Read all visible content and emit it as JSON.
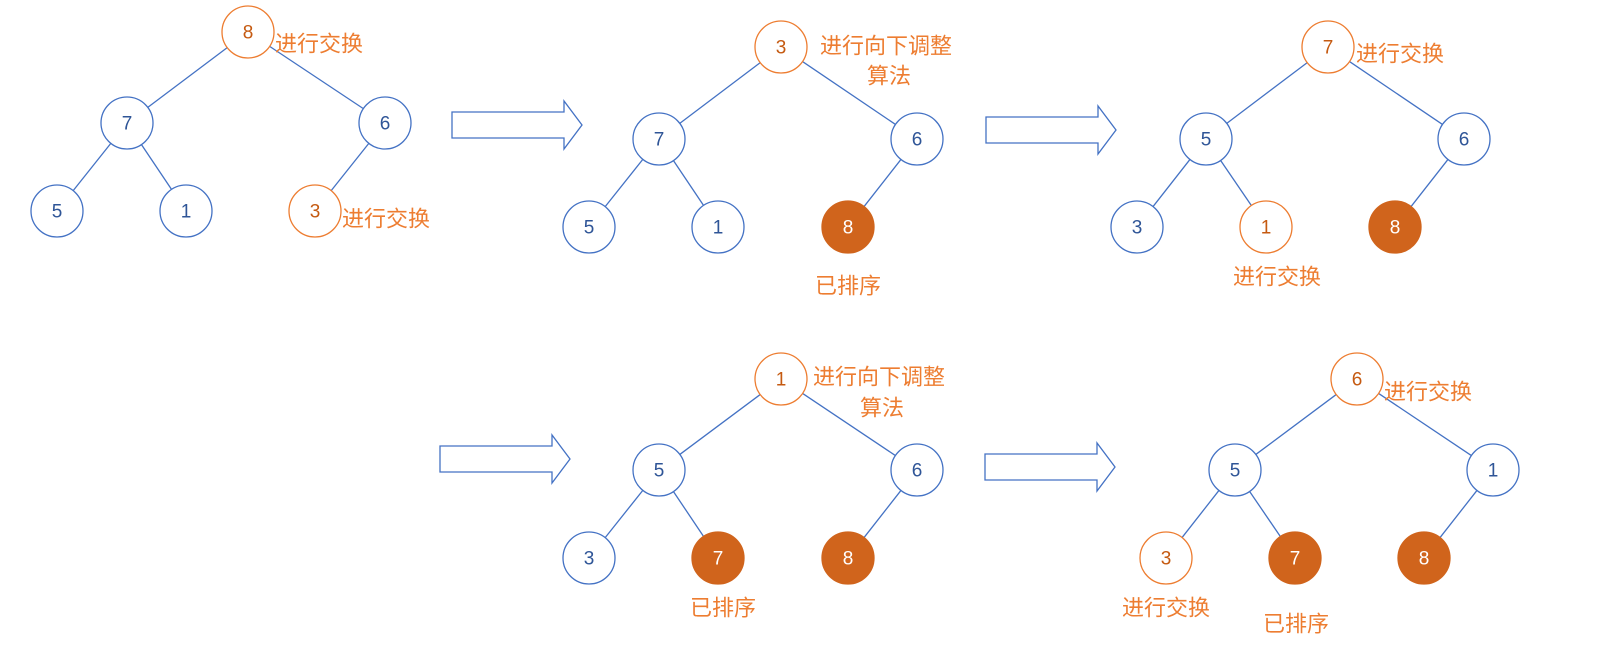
{
  "colors": {
    "line": "#4472c4",
    "node_border": "#4472c4",
    "node_text": "#2f5597",
    "highlight": "#ed7d31",
    "highlight_text": "#c55a11",
    "sorted_fill": "#d0641c",
    "sorted_text": "#ffffff",
    "note": "#ed7d31",
    "arrow_fill": "#ffffff",
    "arrow_stroke": "#4472c4"
  },
  "trees": [
    {
      "id": "tree-1",
      "nodes": [
        {
          "value": "8",
          "state": "highlight"
        },
        {
          "value": "7",
          "state": "normal"
        },
        {
          "value": "6",
          "state": "normal"
        },
        {
          "value": "5",
          "state": "normal"
        },
        {
          "value": "1",
          "state": "normal"
        },
        {
          "value": "3",
          "state": "highlight"
        }
      ],
      "notes": [
        "进行交换",
        "进行交换"
      ]
    },
    {
      "id": "tree-2",
      "nodes": [
        {
          "value": "3",
          "state": "highlight"
        },
        {
          "value": "7",
          "state": "normal"
        },
        {
          "value": "6",
          "state": "normal"
        },
        {
          "value": "5",
          "state": "normal"
        },
        {
          "value": "1",
          "state": "normal"
        },
        {
          "value": "8",
          "state": "sorted"
        }
      ],
      "notes": [
        "进行向下调整",
        "算法",
        "已排序"
      ]
    },
    {
      "id": "tree-3",
      "nodes": [
        {
          "value": "7",
          "state": "highlight"
        },
        {
          "value": "5",
          "state": "normal"
        },
        {
          "value": "6",
          "state": "normal"
        },
        {
          "value": "3",
          "state": "normal"
        },
        {
          "value": "1",
          "state": "highlight"
        },
        {
          "value": "8",
          "state": "sorted"
        }
      ],
      "notes": [
        "进行交换",
        "进行交换"
      ]
    },
    {
      "id": "tree-4",
      "nodes": [
        {
          "value": "1",
          "state": "highlight"
        },
        {
          "value": "5",
          "state": "normal"
        },
        {
          "value": "6",
          "state": "normal"
        },
        {
          "value": "3",
          "state": "normal"
        },
        {
          "value": "7",
          "state": "sorted"
        },
        {
          "value": "8",
          "state": "sorted"
        }
      ],
      "notes": [
        "进行向下调整",
        "算法",
        "已排序"
      ]
    },
    {
      "id": "tree-5",
      "nodes": [
        {
          "value": "6",
          "state": "highlight"
        },
        {
          "value": "5",
          "state": "normal"
        },
        {
          "value": "1",
          "state": "normal"
        },
        {
          "value": "3",
          "state": "highlight"
        },
        {
          "value": "7",
          "state": "sorted"
        },
        {
          "value": "8",
          "state": "sorted"
        }
      ],
      "notes": [
        "进行交换",
        "进行交换",
        "已排序"
      ]
    }
  ]
}
